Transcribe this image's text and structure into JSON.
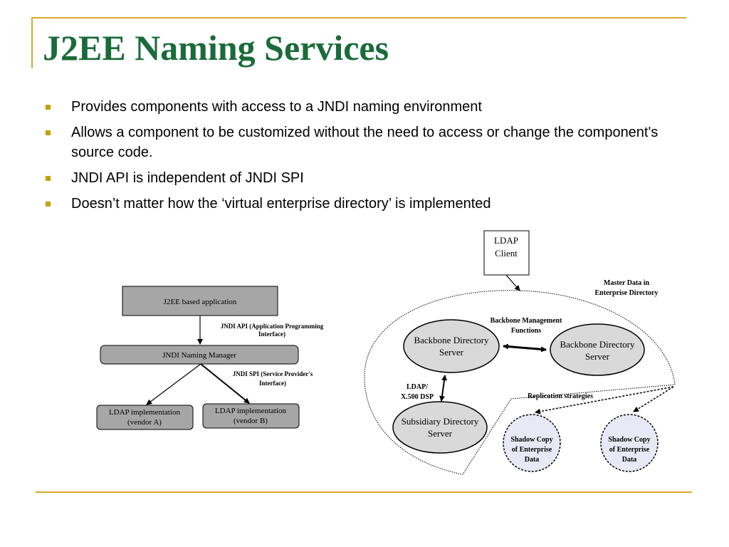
{
  "slide": {
    "title": "J2EE Naming Services",
    "accent_color": "#d8a828",
    "title_color": "#1a6b3a",
    "bullet_color": "#c9a000"
  },
  "bullets": [
    "Provides components with access to a JNDI naming environment",
    "Allows a component to be customized without the need to access  or change the component's source code.",
    "JNDI API is independent of JNDI SPI",
    "Doesn’t matter how the ‘virtual enterprise directory’ is implemented"
  ],
  "left_diagram": {
    "app_box": "J2EE based application",
    "api_label": [
      "JNDI API (Application Programming",
      "Interface)"
    ],
    "manager_box": "JNDI Naming Manager",
    "spi_label": [
      "JNDI SPI (Service Provider's",
      "Interface)"
    ],
    "impl_a": [
      "LDAP implementation",
      "(vendor A)"
    ],
    "impl_b": [
      "LDAP implementation",
      "(vendor B)"
    ]
  },
  "right_diagram": {
    "client": [
      "LDAP",
      "Client"
    ],
    "master_label": [
      "Master  Data in",
      "Enterprise Directory"
    ],
    "backbone_mgmt": [
      "Backbone Management",
      "Functions"
    ],
    "backbone_left": [
      "Backbone Directory",
      "Server"
    ],
    "backbone_right": [
      "Backbone Directory",
      "Server"
    ],
    "ldap_dsp": [
      "LDAP/",
      "X.500 DSP"
    ],
    "subsidiary": [
      "Subsidiary Directory",
      "Server"
    ],
    "replication": "Replication strategies",
    "shadow_left": [
      "Shadow Copy",
      "of Enterprise",
      "Data"
    ],
    "shadow_right": [
      "Shadow Copy",
      "of Enterprise",
      "Data"
    ]
  }
}
